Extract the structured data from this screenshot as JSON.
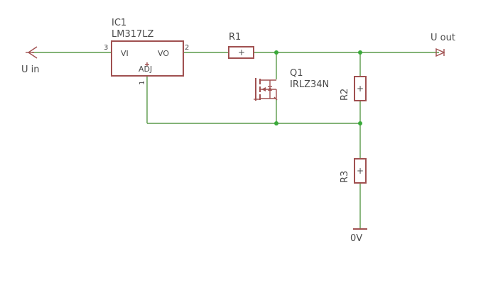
{
  "ic": {
    "ref": "IC1",
    "value": "LM317LZ",
    "pin_vi": "VI",
    "pin_vo": "VO",
    "pin_adj": "ADJ",
    "pin3": "3",
    "pin2": "2",
    "pin1": "1"
  },
  "r1": {
    "ref": "R1",
    "sign": "+"
  },
  "r2": {
    "ref": "R2",
    "sign": "+"
  },
  "r3": {
    "ref": "R3",
    "sign": "+"
  },
  "q1": {
    "ref": "Q1",
    "value": "IRLZ34N"
  },
  "ports": {
    "uin": "U in",
    "uout": "U out",
    "gnd": "0V"
  },
  "colors": {
    "wire": "#5a9a4a",
    "part": "#a05050",
    "junction": "#3aaa3a",
    "text": "#4a4a4a"
  }
}
